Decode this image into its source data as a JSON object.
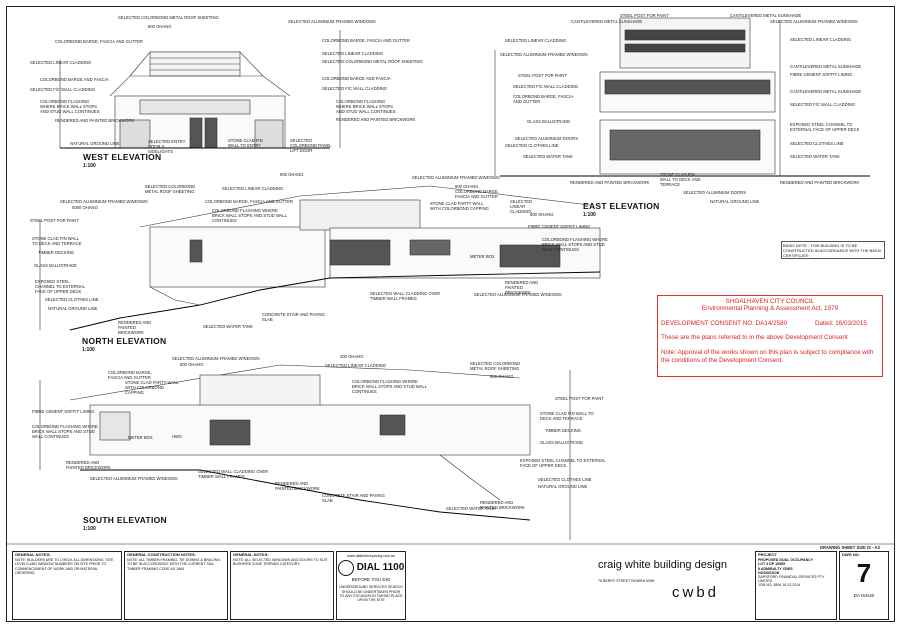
{
  "views": {
    "west": {
      "title": "WEST ELEVATION",
      "scale": "1:100"
    },
    "east": {
      "title": "EAST ELEVATION",
      "scale": "1:100"
    },
    "north": {
      "title": "NORTH ELEVATION",
      "scale": "1:100"
    },
    "south": {
      "title": "SOUTH ELEVATION",
      "scale": "1:100"
    }
  },
  "labels": {
    "colorbond_roof": "SELECTED COLORBOND METAL ROOF SHEETING",
    "alu_windows": "SELECTED ALUMINIUM FRAMED WINDOWS",
    "ohang600": "600 OHANG",
    "barge_fascia": "COLORBOND BARGE, FASCIA AND GUTTER",
    "linear_cladding": "SELECTED LINEAR CLADDING",
    "barge_fascia2": "COLORBOND BARGE AND FASCIA",
    "fc_cladding": "SELECTED F/C WALL CLADDING",
    "flashing": "COLORBOND FLASHING WHERE BRICK WALL STOPS AND STUD WALL CONTINUES",
    "brickwork": "RENDERED AND PAINTED BRICKWORK",
    "ground": "NATURAL GROUND LINE",
    "entry_door": "SELECTED ENTRY DOOR & SIDELIGHTS",
    "stone_wall": "STONE CLAD FIN WALL TO ENTRY",
    "lift_door": "SELECTED COLORBOND PANEL LIFT DOOR",
    "steel_post": "STEEL POST FOR PAINT",
    "cant_sunshade": "CANTILEVERED METAL SUNSHADE",
    "fc_soffit": "FIBRE CEMENT SOFFIT LINING",
    "glass_bal": "GLASS BALUSTRADE",
    "alu_doors": "SELECTED ALUMINIUM DOORS",
    "clothes_line": "SELECTED CLOTHES LINE",
    "water_tank": "SELECTED WATER TANK",
    "stone_fin": "STONE CLAD FIN WALL TO DECK AND TERRACE",
    "timber_decking": "TIMBER DECKING",
    "exposed_steel": "EXPOSED STEEL CHANNEL TO EXTERNAL FACE OF UPPER DECK",
    "stone_party": "STONE CLAD PARTY WALL WITH COLORBOND CAPPING",
    "meter_box": "METER BOX",
    "hws": "HWS",
    "stair": "CONCRETE STAIR AND PAVING SLAB",
    "timber_frames": "SELECTED WALL CLADDING OVER TIMBER WALL FRAMES",
    "ohang5000": "5000 OHANG",
    "ohang900": "900 OHANG",
    "ohang200": "200 OHANG"
  },
  "council": {
    "name": "SHOALHAVEN CITY COUNCIL",
    "act": "Environmental Planning & Assessment Act, 1979",
    "consent": "DEVELOPMENT CONSENT NO: DA14/2580",
    "dated": "Dated: 16/03/2015",
    "referred": "These are the plans referred to in the above Development Consent",
    "note": "Note:  Approval of the works shown on this plan is subject to compliance with the conditions of the Development Consent."
  },
  "basix": "BASIX NOTE : THIS BUILDING IS TO BE CONSTRUCTED IN ACCORDANCE WITH THE BASIX CERTIFICATE",
  "title_block": {
    "general_notes_h": "GENERAL NOTES:",
    "general_notes": "NOTE: BUILDERS ARE TO CHECK ALL DIMENSIONS, SITE LEVELS AND WINDOW NUMBERS ON SITE PRIOR TO COMMENCEMENT OF WORK AND OR MATERIAL ORDERING.",
    "construction_h": "GENERAL CONSTRUCTION NOTES:",
    "construction": "NOTE: ALL TIMBER FRAMING, TIE DOWNS & BRACING TO BE IN ACCORDANCE WITH THE CURRENT SAA TIMBER FRAMING CODE AS 1684.",
    "general_notes2_h": "GENERAL NOTES:",
    "general_notes2": "NOTE: ALL SELECTED WINDOWS AND DOORS TO SUIT BUSHFIRE ZONE TERRAIN CATEGORY.",
    "dbyd_url": "www.dialbeforeyoudig.com.au",
    "dbyd": "DIAL 1100",
    "dbyd_sub": "BEFORE YOU DIG",
    "dbyd_note": "UNDERGROUND SERVICES SEARCH SHOULD BE UNDERTAKEN PRIOR TO ANY EXCAVATION TAKING PLACE UPON THE SITE",
    "company": "craig white building design",
    "address": "76 BERRY STREET NOWRA NSW",
    "logo": "cwbd",
    "sheet_size": "DRAWING SHEET SIZE IS - A3",
    "project_h": "PROJECT",
    "project": "PROPOSED DUAL OCCUPANCY",
    "at": "LOT 4 DP 16855",
    "street": "8 ADMIRALTY CRES",
    "town": "HUSKISSON",
    "client": "SAPSFORD FINANCIAL SERVICES PTY LIMITED",
    "job": "JOB NO: 3894",
    "date": "18.12.2014",
    "dwg_h": "DWG NO.",
    "dwg": "7",
    "issue": "DA ISSUE"
  }
}
